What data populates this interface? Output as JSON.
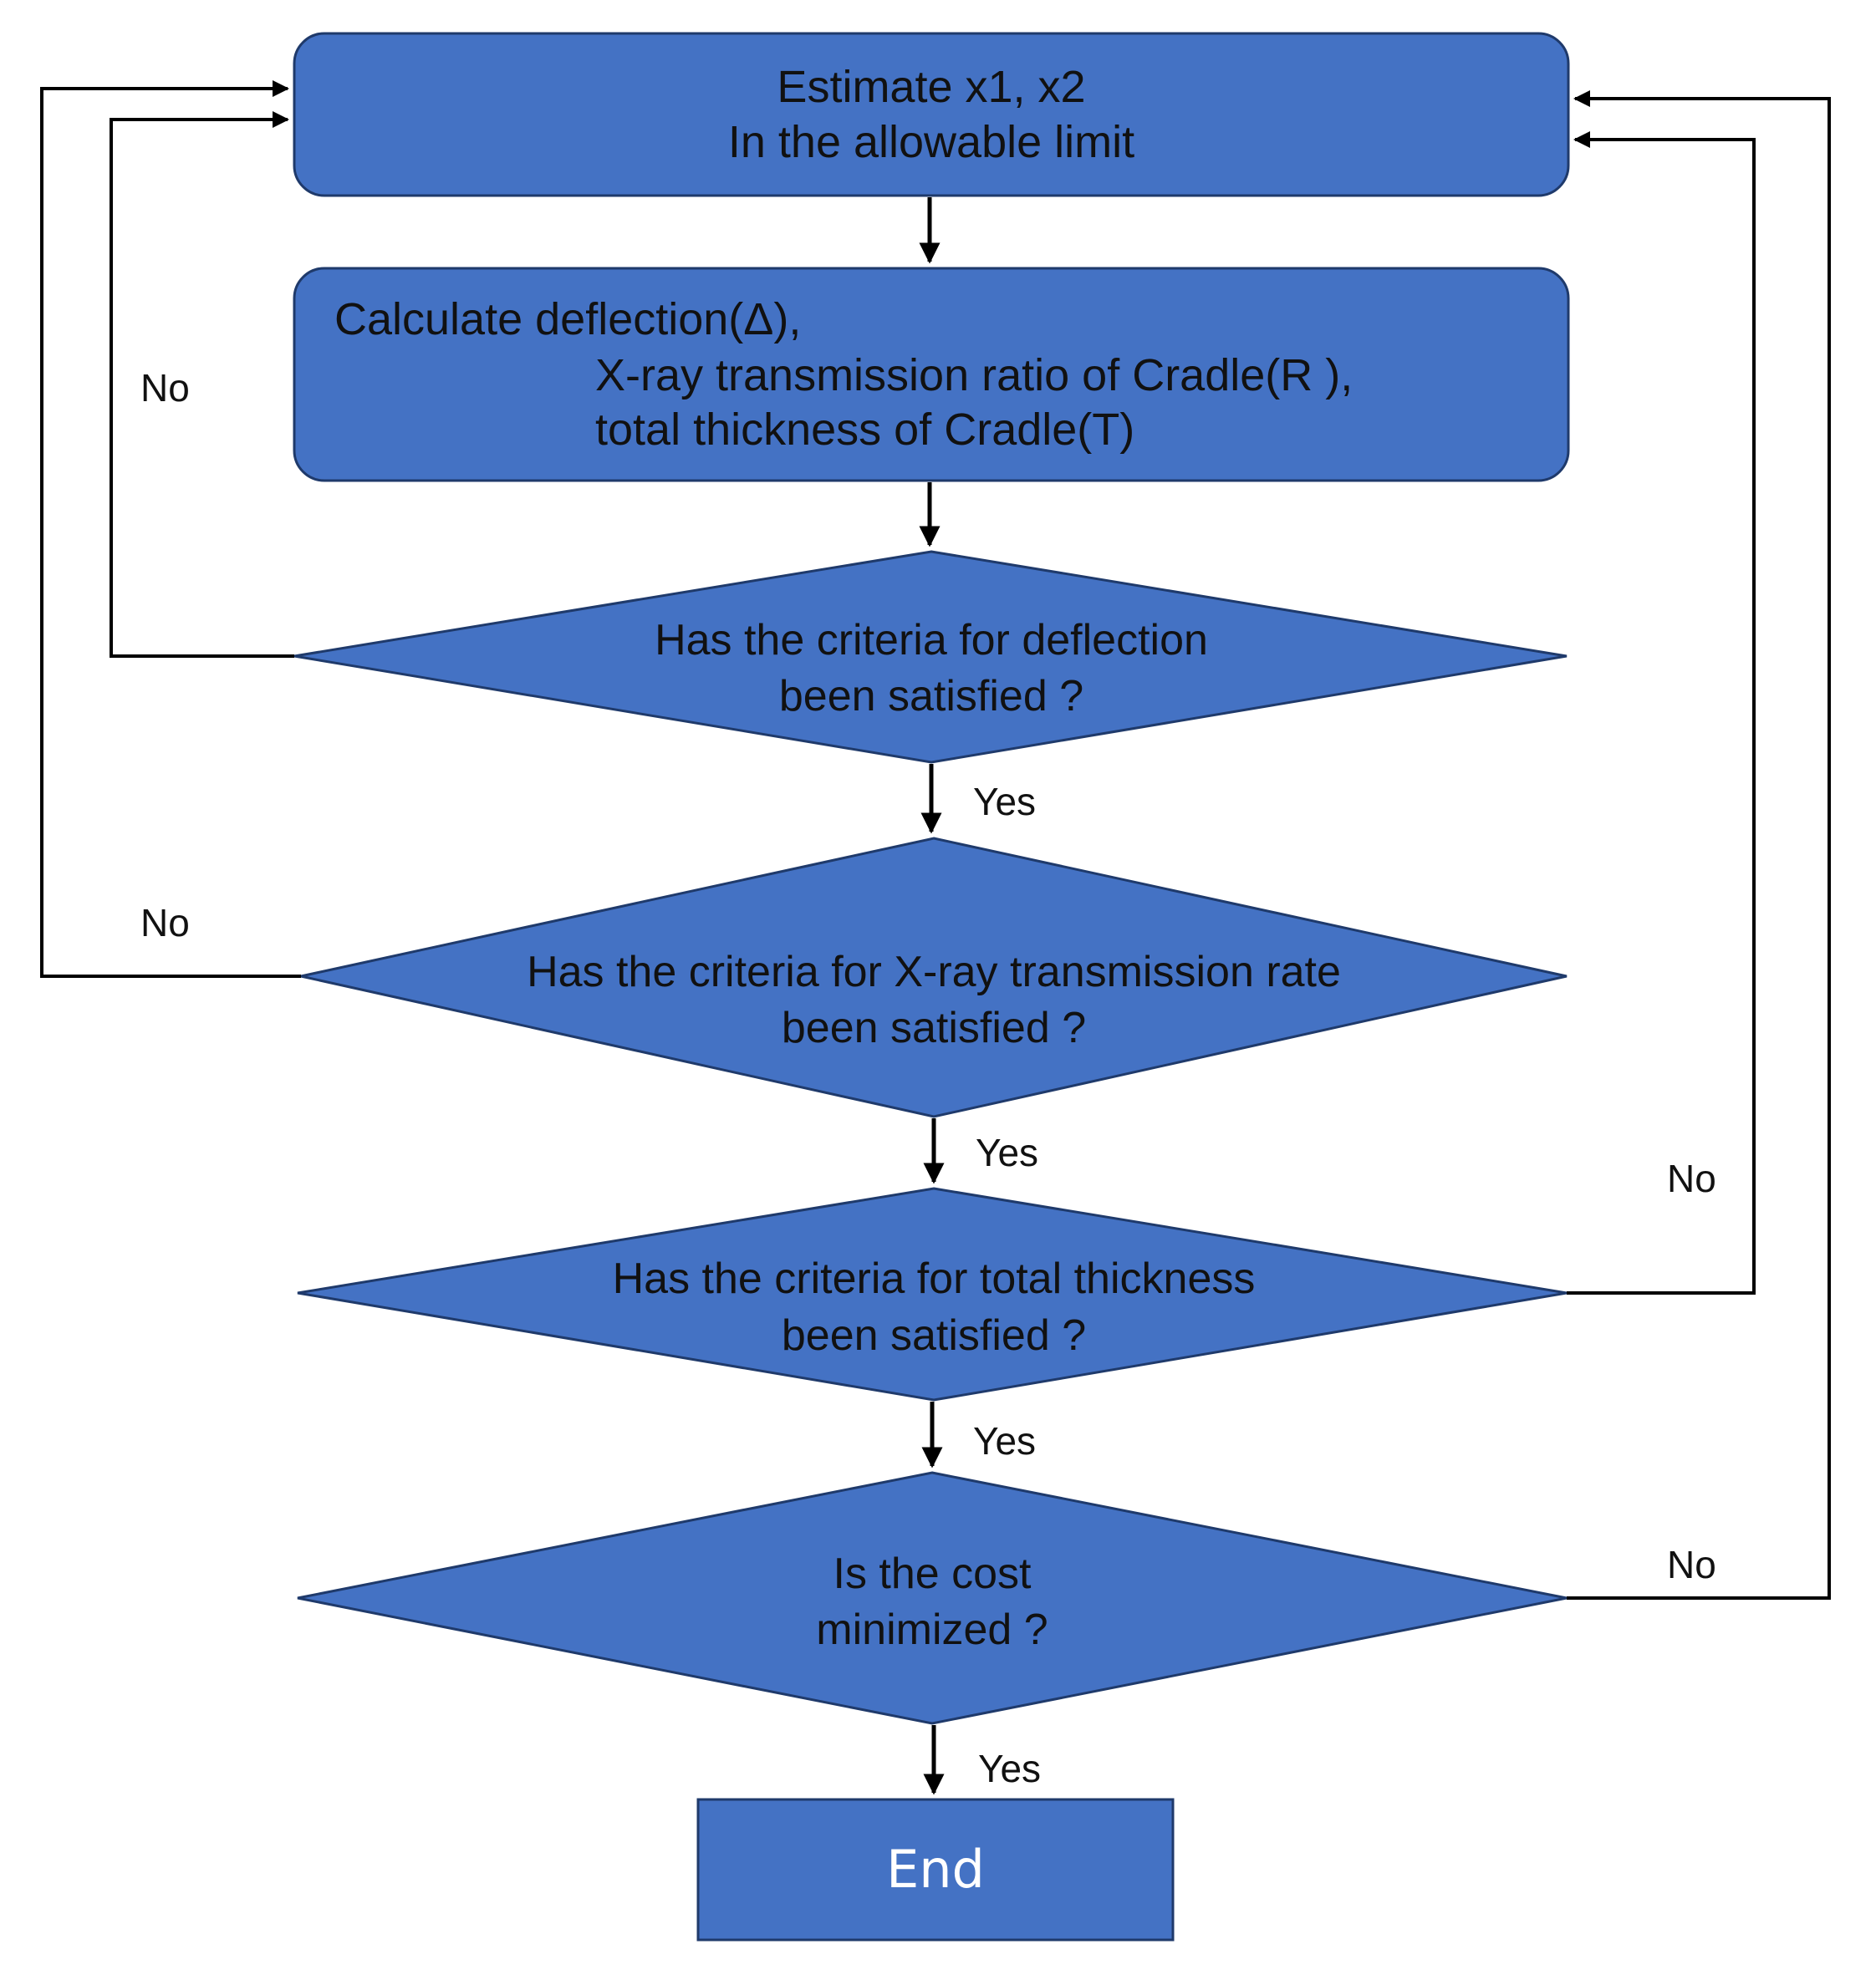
{
  "colors": {
    "node_fill": "#4472C4",
    "node_stroke": "#1F3A6B",
    "line": "#000000",
    "end_text": "#ffffff"
  },
  "nodes": {
    "estimate": {
      "line1": "Estimate x1, x2",
      "line2": "In the allowable limit"
    },
    "calculate": {
      "line1": "Calculate  deflection(Δ),",
      "line2": "X-ray transmission ratio of Cradle(R ),",
      "line3": "total thickness of Cradle(T)"
    },
    "decision_deflection": {
      "line1": "Has the criteria for deflection",
      "line2": "been satisfied ?"
    },
    "decision_xray": {
      "line1": "Has the criteria for X-ray transmission rate",
      "line2": "been satisfied ?"
    },
    "decision_thickness": {
      "line1": "Has the criteria for total thickness",
      "line2": "been satisfied ?"
    },
    "decision_cost": {
      "line1": "Is the cost",
      "line2": "minimized ?"
    },
    "end": {
      "label": "End"
    }
  },
  "labels": {
    "no_deflection": "No",
    "no_xray": "No",
    "no_thickness": "No",
    "no_cost": "No",
    "yes_deflection": "Yes",
    "yes_xray": "Yes",
    "yes_thickness": "Yes",
    "yes_cost": "Yes"
  }
}
